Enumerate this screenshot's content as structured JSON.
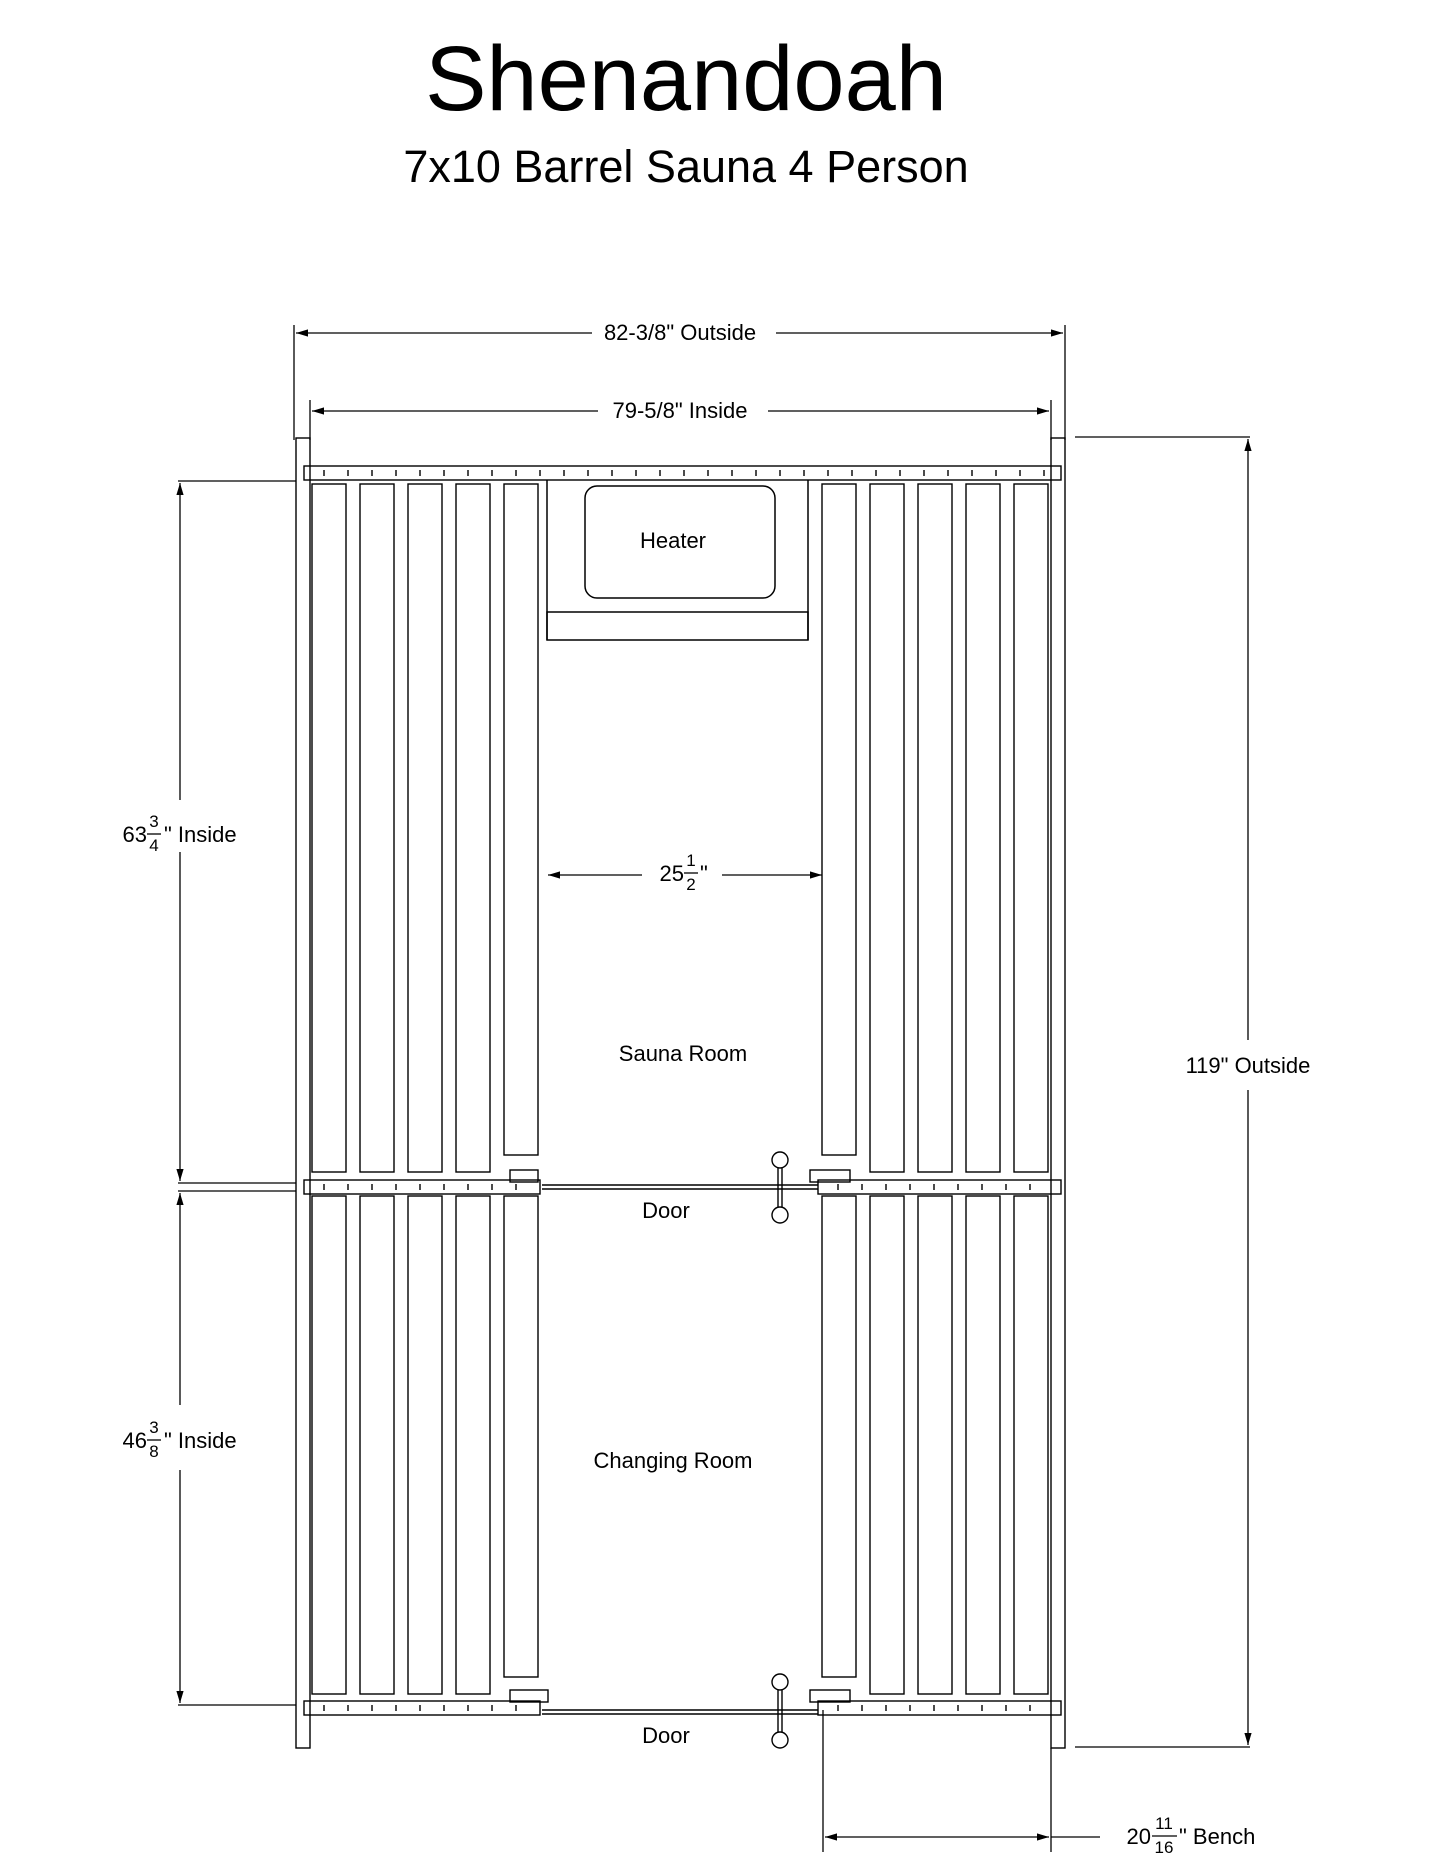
{
  "title": "Shenandoah",
  "subtitle": "7x10 Barrel Sauna 4 Person",
  "dimensions": {
    "outside_width": "82-3/8\" Outside",
    "inside_width": "79-5/8\" Inside",
    "outside_length": "119\" Outside",
    "sauna_inside": {
      "whole": "63",
      "num": "3",
      "den": "4",
      "suffix": "\" Inside"
    },
    "changing_inside": {
      "whole": "46",
      "num": "3",
      "den": "8",
      "suffix": "\" Inside"
    },
    "aisle_width": {
      "whole": "25",
      "num": "1",
      "den": "2",
      "suffix": "\""
    },
    "bench_width": {
      "whole": "20",
      "num": "11",
      "den": "16",
      "suffix": "\" Bench"
    }
  },
  "labels": {
    "heater": "Heater",
    "sauna_room": "Sauna Room",
    "changing_room": "Changing Room",
    "door_1": "Door",
    "door_2": "Door"
  },
  "colors": {
    "line": "#000000",
    "background": "#ffffff"
  }
}
